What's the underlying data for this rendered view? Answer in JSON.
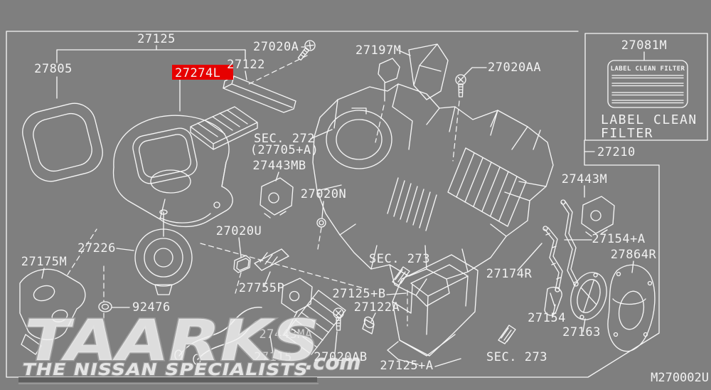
{
  "diagram": {
    "colors": {
      "background": "#7f7f7f",
      "line": "#f5f5f5",
      "red_bg": "#e60000",
      "red_text": "#7c0b0b",
      "magenta": "#c433c4",
      "watermark_fill": "#575757",
      "watermark_edge": "#a2a2a2"
    },
    "labels": {
      "p27125": "27125",
      "p27805": "27805",
      "p27274L": "27274L",
      "p27122": "27122",
      "p27020A": "27020A",
      "p27197M": "27197M",
      "p27020AA": "27020AA",
      "p27081M": "27081M",
      "p27210": "27210",
      "p27443M": "27443M",
      "sec272": "SEC. 272",
      "sec272_sub": "(27705+A)",
      "p27443MB": "27443MB",
      "p27020N": "27020N",
      "p27020U": "27020U",
      "p27226": "27226",
      "p27175M": "27175M",
      "p92476": "92476",
      "p27755P": "27755P",
      "p27443MA": "27443MA",
      "p27115": "27115",
      "p27020AB": "27020AB",
      "p27125A": "27125+A",
      "sec273_top": "SEC. 273",
      "sec273_bottom": "SEC. 273",
      "p27125B": "27125+B",
      "p27122A": "27122A",
      "p27174R": "27174R",
      "p27154A": "27154+A",
      "p27864R": "27864R",
      "p27154": "27154",
      "p27163": "27163",
      "frame_code": "M270002U"
    },
    "label_box": {
      "sticker_text": "LABEL CLEAN FILTER",
      "caption_line1": "LABEL CLEAN",
      "caption_line2": "FILTER"
    },
    "watermark": {
      "brand": "TAARKS",
      "suffix": ".com",
      "tagline": "THE NISSAN SPECIALISTS"
    }
  }
}
